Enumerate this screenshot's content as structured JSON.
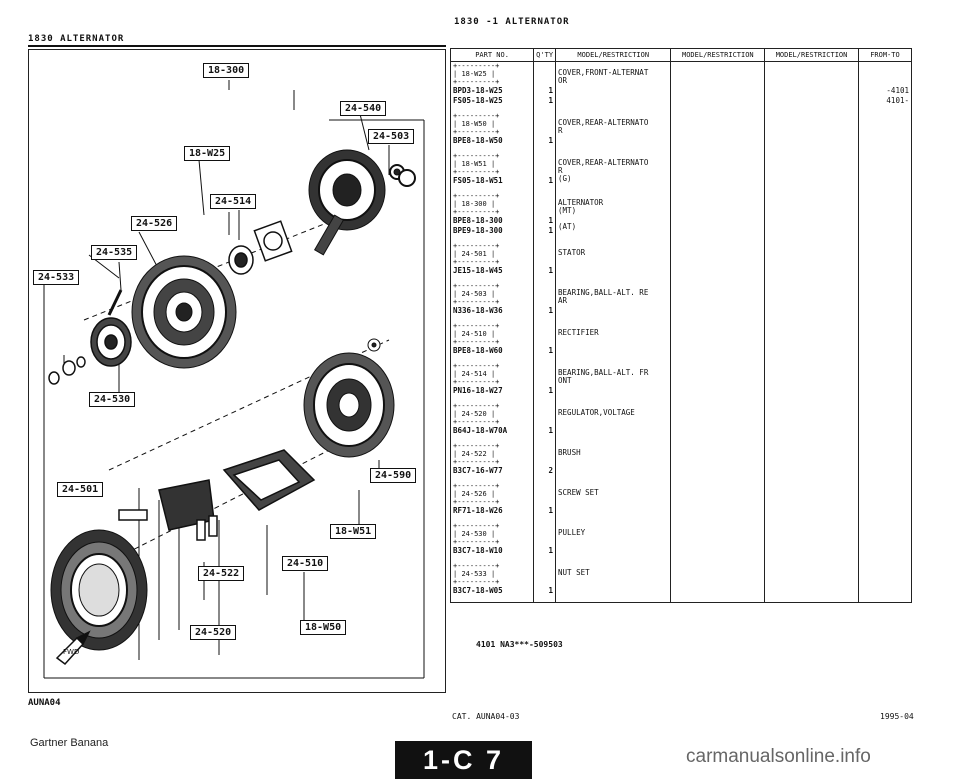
{
  "left_page": {
    "header": "1830   ALTERNATOR",
    "footer": "AUNA04",
    "labels": {
      "l18300": "18-300",
      "l24540": "24-540",
      "l24503": "24-503",
      "l18w25": "18-W25",
      "l24514": "24-514",
      "l24526": "24-526",
      "l24535": "24-535",
      "l24533": "24-533",
      "l24530": "24-530",
      "l24501": "24-501",
      "l24590": "24-590",
      "l18w51": "18-W51",
      "l24510": "24-510",
      "l24522": "24-522",
      "l24520": "24-520",
      "l18w50": "18-W50",
      "front_mark": "FWD"
    }
  },
  "right_page": {
    "title": "1830  -1    ALTERNATOR",
    "columns": [
      "PART NO.",
      "Q'TY",
      "MODEL/RESTRICTION",
      "MODEL/RESTRICTION",
      "MODEL/RESTRICTION",
      "FROM-TO"
    ],
    "rows": [
      {
        "code": "18-W25",
        "parts": [
          {
            "no": "BPD3-18-W25",
            "qty": "1",
            "from_to": "-4101"
          },
          {
            "no": "FS05-18-W25",
            "qty": "1",
            "from_to": "4101-"
          }
        ],
        "desc": "COVER,FRONT-ALTERNAT\nOR"
      },
      {
        "code": "18-W50",
        "parts": [
          {
            "no": "BPE8-18-W50",
            "qty": "1",
            "from_to": ""
          }
        ],
        "desc": "COVER,REAR-ALTERNATO\nR"
      },
      {
        "code": "18-W51",
        "parts": [
          {
            "no": "FS05-18-W51",
            "qty": "1",
            "from_to": ""
          }
        ],
        "desc": "COVER,REAR-ALTERNATO\nR\n(G)"
      },
      {
        "code": "18-300",
        "parts": [
          {
            "no": "BPE8-18-300",
            "qty": "1",
            "from_to": ""
          },
          {
            "no": "BPE9-18-300",
            "qty": "1",
            "from_to": ""
          }
        ],
        "desc": "ALTERNATOR\n(MT)\n\n(AT)"
      },
      {
        "code": "24-501",
        "parts": [
          {
            "no": "JE15-18-W45",
            "qty": "1",
            "from_to": ""
          }
        ],
        "desc": "STATOR"
      },
      {
        "code": "24-503",
        "parts": [
          {
            "no": "N336-18-W36",
            "qty": "1",
            "from_to": ""
          }
        ],
        "desc": "BEARING,BALL-ALT. RE\nAR"
      },
      {
        "code": "24-510",
        "parts": [
          {
            "no": "BPE8-18-W60",
            "qty": "1",
            "from_to": ""
          }
        ],
        "desc": "RECTIFIER"
      },
      {
        "code": "24-514",
        "parts": [
          {
            "no": "PN16-18-W27",
            "qty": "1",
            "from_to": ""
          }
        ],
        "desc": "BEARING,BALL-ALT. FR\nONT"
      },
      {
        "code": "24-520",
        "parts": [
          {
            "no": "B64J-18-W70A",
            "qty": "1",
            "from_to": ""
          }
        ],
        "desc": "REGULATOR,VOLTAGE"
      },
      {
        "code": "24-522",
        "parts": [
          {
            "no": "B3C7-16-W77",
            "qty": "2",
            "from_to": ""
          }
        ],
        "desc": "BRUSH"
      },
      {
        "code": "24-526",
        "parts": [
          {
            "no": "RF71-18-W26",
            "qty": "1",
            "from_to": ""
          }
        ],
        "desc": "SCREW SET"
      },
      {
        "code": "24-530",
        "parts": [
          {
            "no": "B3C7-18-W10",
            "qty": "1",
            "from_to": ""
          }
        ],
        "desc": "PULLEY"
      },
      {
        "code": "24-533",
        "parts": [
          {
            "no": "B3C7-18-W05",
            "qty": "1",
            "from_to": ""
          }
        ],
        "desc": "NUT SET"
      }
    ],
    "footnote": "4101  NA3***-509503",
    "catalog": "CAT.  AUNA04-03",
    "year": "1995-04"
  },
  "page_badge": "1-C 7",
  "bottom_left_text": "Gartner Banana",
  "watermark": "carmanualsonline.info"
}
